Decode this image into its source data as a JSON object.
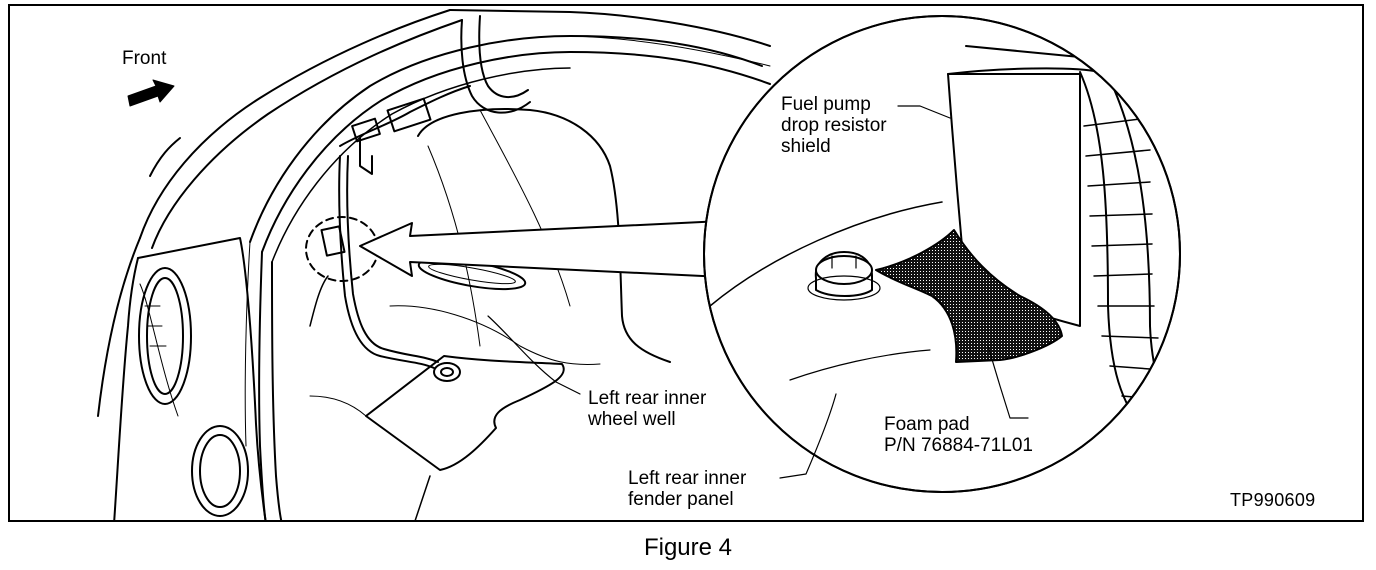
{
  "figure": {
    "caption": "Figure 4",
    "code": "TP990609",
    "front_label": "Front",
    "icons": [
      "front-arrow-icon",
      "detail-callout-arrow-icon",
      "detail-circle-icon"
    ]
  },
  "labels": {
    "fuel_pump_shield": [
      "Fuel pump",
      "drop resistor",
      "shield"
    ],
    "inner_wheel_well": [
      "Left rear inner",
      "wheel well"
    ],
    "inner_fender_panel": [
      "Left rear inner",
      "fender panel"
    ],
    "foam_pad": [
      "Foam pad",
      "P/N 76884-71L01"
    ]
  }
}
